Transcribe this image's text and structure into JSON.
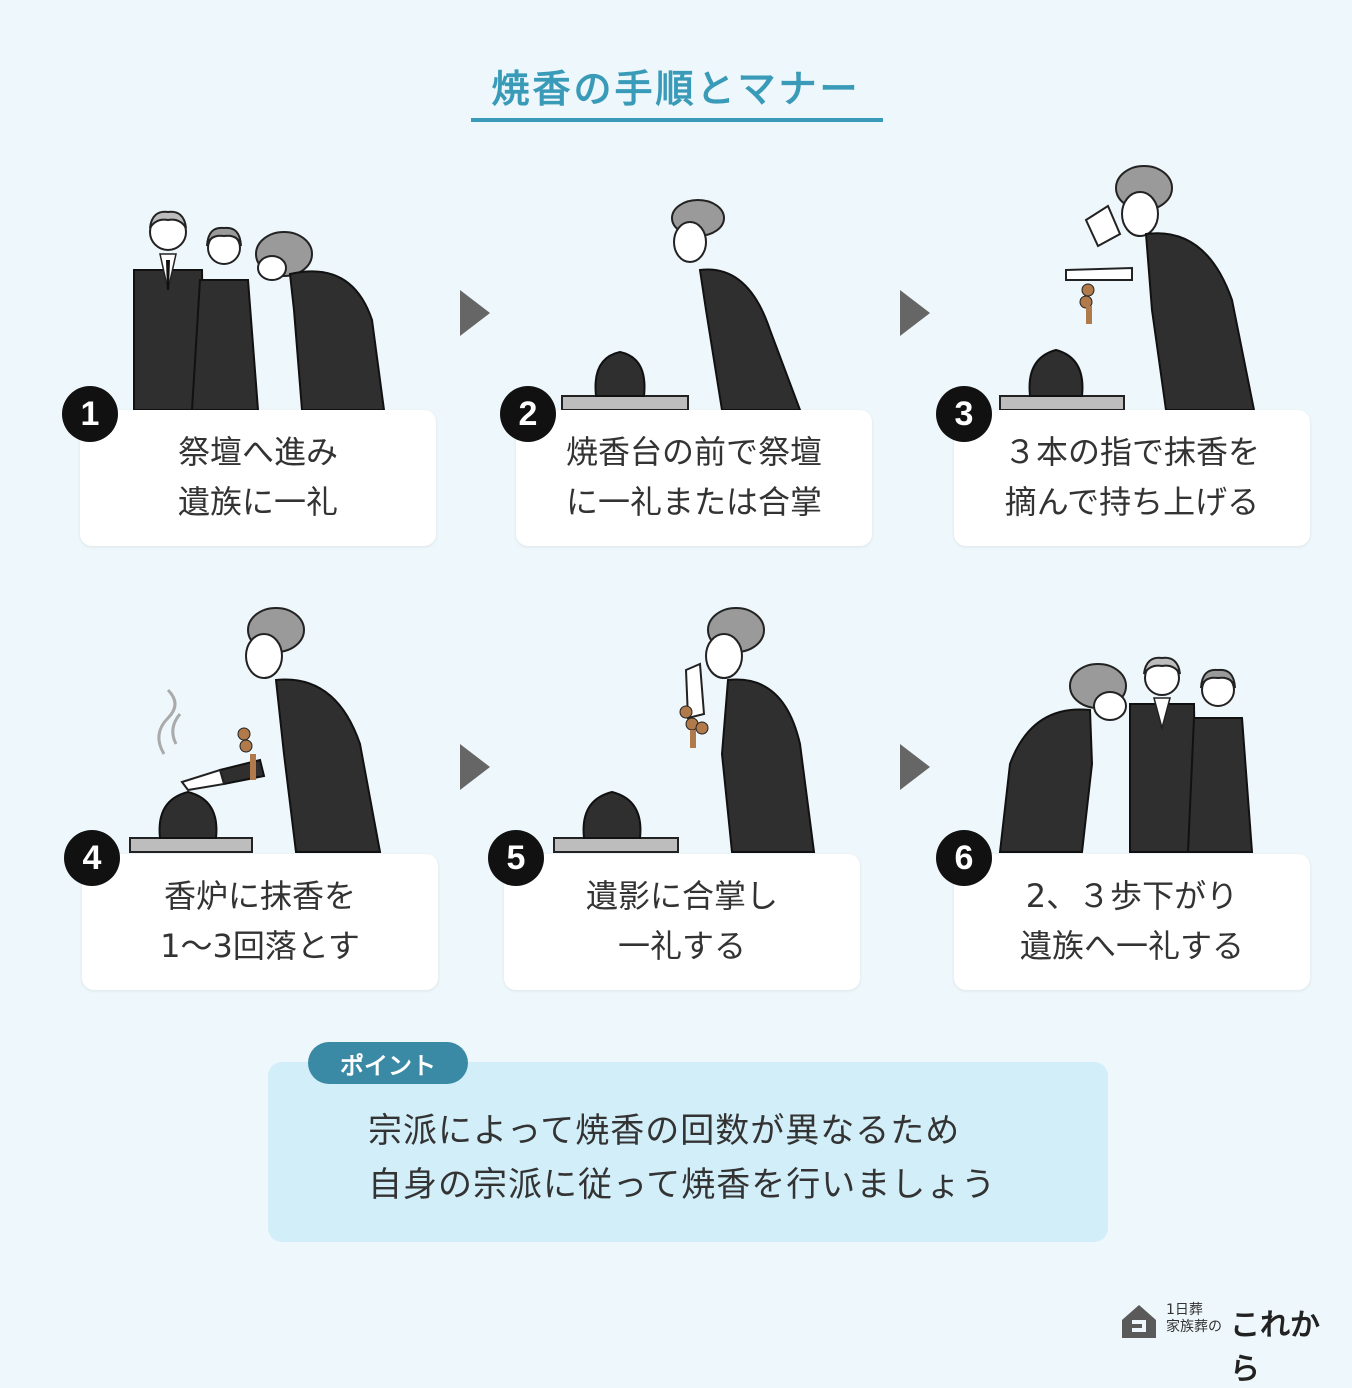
{
  "title": "焼香の手順とマナー",
  "steps": [
    {
      "num": "1",
      "text": "祭壇へ進み\n遺族に一礼"
    },
    {
      "num": "2",
      "text": "焼香台の前で祭壇\nに一礼または合掌"
    },
    {
      "num": "3",
      "text": "３本の指で抹香を\n摘んで持ち上げる"
    },
    {
      "num": "4",
      "text": "香炉に抹香を\n1〜3回落とす"
    },
    {
      "num": "5",
      "text": "遺影に合掌し\n一礼する"
    },
    {
      "num": "6",
      "text": "2、３歩下がり\n遺族へ一礼する"
    }
  ],
  "point": {
    "badge": "ポイント",
    "text": "宗派によって焼香の回数が異なるため\n自身の宗派に従って焼香を行いましょう"
  },
  "logo": {
    "small": "1日葬\n家族葬の",
    "big": "これから"
  },
  "colors": {
    "accent": "#3a9bb8",
    "suit": "#2f2f2f",
    "hair": "#8a8a8a",
    "skin": "#ffffff"
  }
}
